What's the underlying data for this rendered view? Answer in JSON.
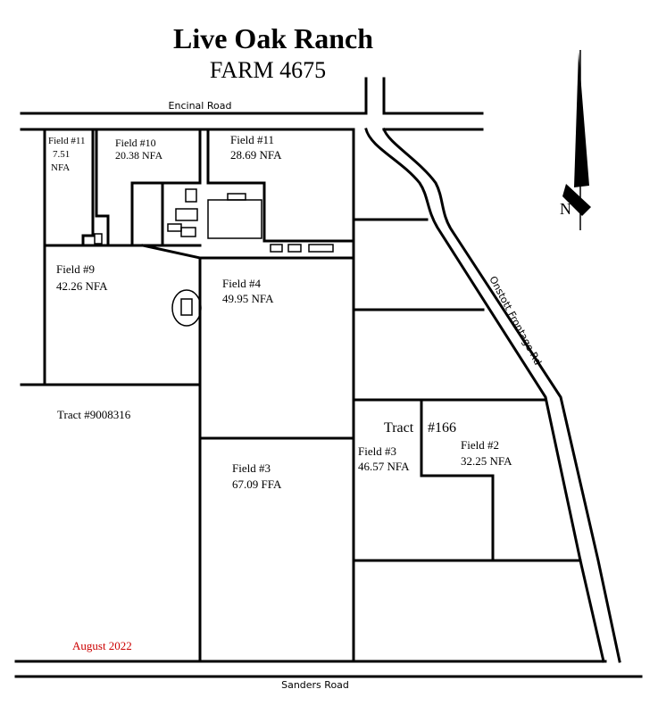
{
  "map": {
    "title": "Live Oak Ranch",
    "subtitle": "FARM 4675",
    "date": "August 2022",
    "date_color": "#cc0000",
    "north_letter": "N"
  },
  "roads": {
    "north": "Encinal Road",
    "south": "Sanders Road",
    "east": "Onstott Frontage Rd"
  },
  "fields": [
    {
      "id": "field-11-small",
      "name": "Field #11",
      "area": "7.51",
      "unit": "NFA"
    },
    {
      "id": "field-10",
      "name": "Field #10",
      "area": "20.38 NFA"
    },
    {
      "id": "field-11",
      "name": "Field #11",
      "area": "28.69 NFA"
    },
    {
      "id": "field-9",
      "name": "Field #9",
      "area": "42.26 NFA"
    },
    {
      "id": "field-4",
      "name": "Field #4",
      "area": "49.95 NFA"
    },
    {
      "id": "field-3-west",
      "name": "Field #3",
      "area": "67.09 FFA"
    },
    {
      "id": "field-3-east",
      "name": "Field #3",
      "area": "46.57 NFA"
    },
    {
      "id": "field-2",
      "name": "Field #2",
      "area": "32.25 NFA"
    }
  ],
  "tracts": [
    {
      "id": "tract-9008316",
      "label": "Tract #9008316"
    },
    {
      "id": "tract-166",
      "label_a": "Tract",
      "label_b": "#166"
    }
  ]
}
